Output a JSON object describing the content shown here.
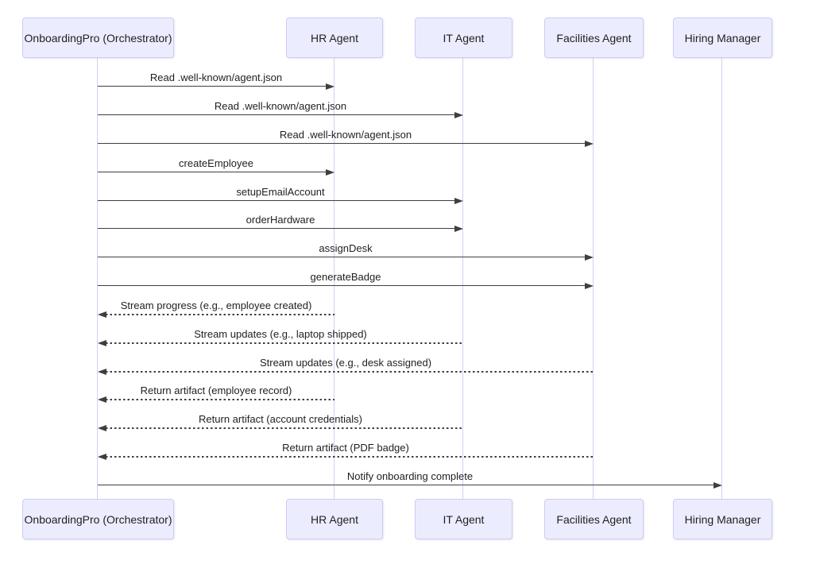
{
  "diagram": {
    "type": "sequence",
    "participants": [
      {
        "name": "OnboardingPro (Orchestrator)"
      },
      {
        "name": "HR Agent"
      },
      {
        "name": "IT Agent"
      },
      {
        "name": "Facilities Agent"
      },
      {
        "name": "Hiring Manager"
      }
    ],
    "messages": [
      {
        "label": "Read .well-known/agent.json",
        "from": 0,
        "to": 1,
        "line": "solid"
      },
      {
        "label": "Read .well-known/agent.json",
        "from": 0,
        "to": 2,
        "line": "solid"
      },
      {
        "label": "Read .well-known/agent.json",
        "from": 0,
        "to": 3,
        "line": "solid"
      },
      {
        "label": "createEmployee",
        "from": 0,
        "to": 1,
        "line": "solid"
      },
      {
        "label": "setupEmailAccount",
        "from": 0,
        "to": 2,
        "line": "solid"
      },
      {
        "label": "orderHardware",
        "from": 0,
        "to": 2,
        "line": "solid"
      },
      {
        "label": "assignDesk",
        "from": 0,
        "to": 3,
        "line": "solid"
      },
      {
        "label": "generateBadge",
        "from": 0,
        "to": 3,
        "line": "solid"
      },
      {
        "label": "Stream progress (e.g., employee created)",
        "from": 1,
        "to": 0,
        "line": "dashed"
      },
      {
        "label": "Stream updates (e.g., laptop shipped)",
        "from": 2,
        "to": 0,
        "line": "dashed"
      },
      {
        "label": "Stream updates (e.g., desk assigned)",
        "from": 3,
        "to": 0,
        "line": "dashed"
      },
      {
        "label": "Return artifact (employee record)",
        "from": 1,
        "to": 0,
        "line": "dashed"
      },
      {
        "label": "Return artifact (account credentials)",
        "from": 2,
        "to": 0,
        "line": "dashed"
      },
      {
        "label": "Return artifact (PDF badge)",
        "from": 3,
        "to": 0,
        "line": "dashed"
      },
      {
        "label": "Notify onboarding complete",
        "from": 0,
        "to": 4,
        "line": "solid"
      }
    ],
    "colors": {
      "background": "#FFFFFF",
      "participant_fill": "#ECECFF",
      "participant_border": "#CCCCF5",
      "lifeline": "#D5CFEE",
      "arrow": "#3F3F3F",
      "text": "#1F1F1F"
    }
  }
}
